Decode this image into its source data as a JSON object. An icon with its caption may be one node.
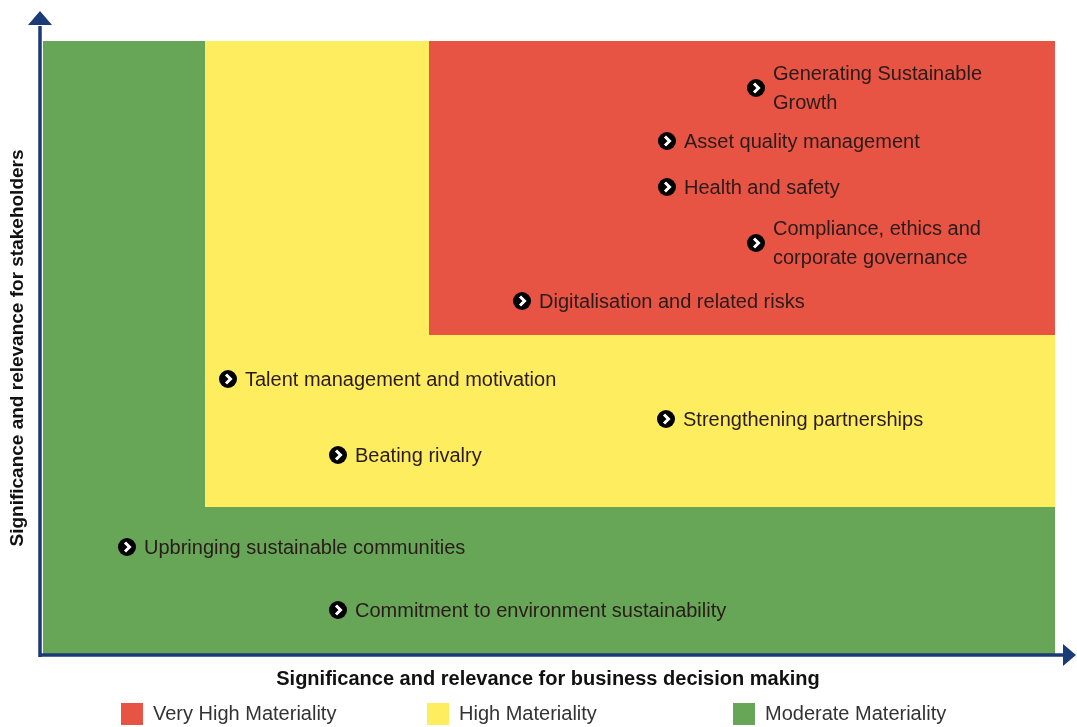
{
  "diagram": {
    "nodes": [
      {
        "text": [
          "Upbringing sustainable communities",
          "Commitment to environment sustainability"
        ]
      },
      {
        "text": [
          "Talent management and motivation",
          "Strengthening partnerships",
          "Beating rivalry"
        ],
        "in": 0
      },
      {
        "text": [
          "Generating Sustainable Growth",
          "Asset quality management",
          "Health and safety",
          "Compliance, ethics and corporate governance",
          "Digitalisation and related risks"
        ],
        "in": 1
      }
    ],
    "labels": [
      "Significance and relevance for stakeholders",
      "Significance and relevance for business decision making"
    ],
    "legend": [
      {
        "text": "Very High Materiality",
        "color": "#e75443"
      },
      {
        "text": "High Materiality",
        "color": "#feee5f"
      },
      {
        "text": "Moderate Materiality",
        "color": "#67a657"
      }
    ]
  }
}
